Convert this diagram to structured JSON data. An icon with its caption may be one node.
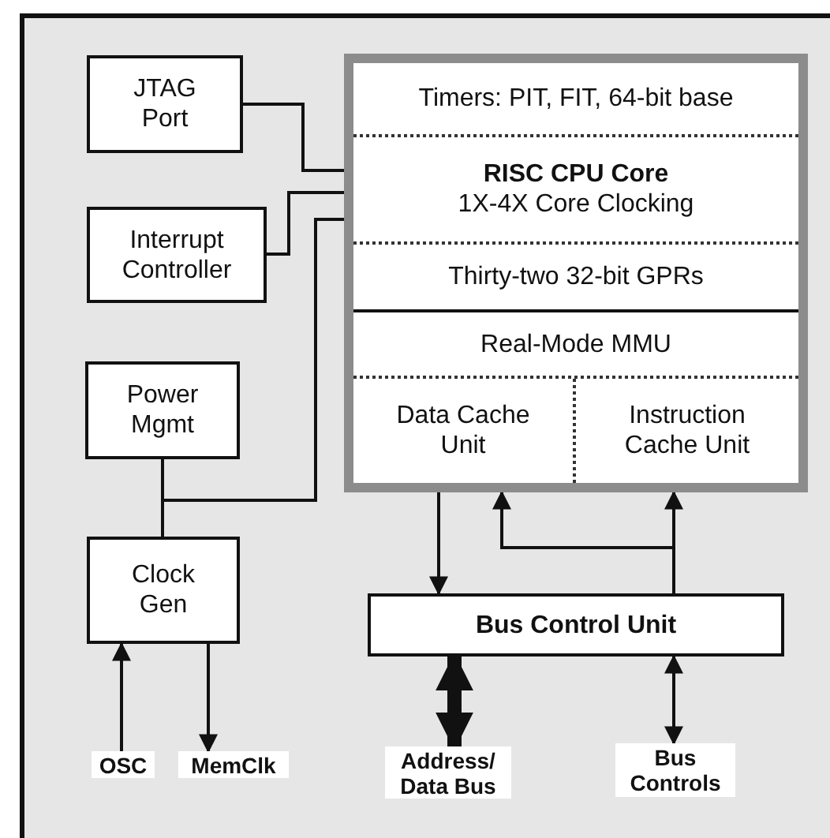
{
  "diagram": {
    "nodes": [
      {
        "text": [
          "JTAG Port"
        ]
      },
      {
        "text": [
          "Interrupt Controller"
        ]
      },
      {
        "text": [
          "Power Mgmt"
        ]
      },
      {
        "text": [
          "Clock Gen"
        ]
      },
      {
        "text": [],
        "shape": "box"
      },
      {
        "text": [
          "Timers: PIT, FIT, 64-bit base"
        ],
        "in": 4
      },
      {
        "text": [
          "RISC CPU Core",
          "1X-4X Core Clocking"
        ],
        "in": 4
      },
      {
        "text": [
          "Thirty-two 32-bit GPRs"
        ],
        "in": 4
      },
      {
        "text": [
          "Real-Mode MMU"
        ],
        "in": 4
      },
      {
        "text": [
          "Data Cache Unit"
        ],
        "in": 4
      },
      {
        "text": [
          "Instruction Cache Unit"
        ],
        "in": 4
      },
      {
        "text": [
          "Bus Control Unit"
        ]
      },
      {
        "text": [
          "OSC"
        ]
      },
      {
        "text": [
          "MemClk"
        ]
      },
      {
        "text": [
          "Address/ Data Bus"
        ]
      },
      {
        "text": [
          "Bus Controls"
        ]
      }
    ],
    "edges": [
      {
        "from": 0,
        "to": 4,
        "arrow": "none"
      },
      {
        "from": 1,
        "to": 4,
        "arrow": "none"
      },
      {
        "from": 2,
        "to": 3,
        "arrow": "none"
      },
      {
        "from": 2,
        "to": 4,
        "arrow": "none"
      },
      {
        "from": 3,
        "to": 4,
        "arrow": "none"
      },
      {
        "from": 12,
        "to": 3,
        "arrow": "to"
      },
      {
        "from": 3,
        "to": 13,
        "arrow": "to"
      },
      {
        "from": 9,
        "to": 11,
        "arrow": "to"
      },
      {
        "from": 11,
        "to": 9,
        "arrow": "to"
      },
      {
        "from": 11,
        "to": 10,
        "arrow": "to"
      },
      {
        "from": 11,
        "to": 14,
        "arrow": "both",
        "style": "thick"
      },
      {
        "from": 11,
        "to": 15,
        "arrow": "both"
      }
    ]
  }
}
